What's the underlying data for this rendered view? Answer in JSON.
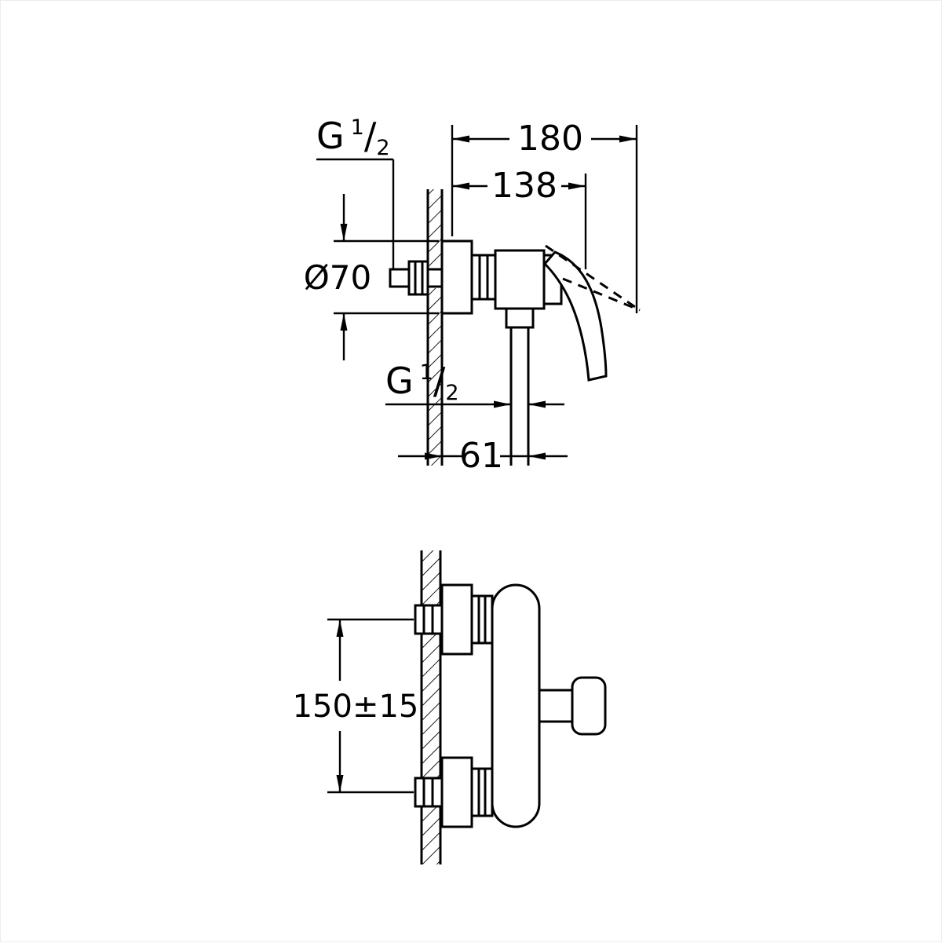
{
  "dimensions": {
    "total_depth": "180",
    "depth_to_handle": "138",
    "escutcheon_diameter": "Ø70",
    "wall_to_outlet": "61",
    "connection_spacing": "150±15",
    "inlet_thread": {
      "prefix": "G",
      "numerator": "1",
      "separator": "/",
      "denominator": "2"
    },
    "outlet_thread": {
      "prefix": "G",
      "numerator": "1",
      "separator": "/",
      "denominator": "2"
    }
  },
  "colors": {
    "line": "#000000",
    "background": "#ffffff"
  }
}
